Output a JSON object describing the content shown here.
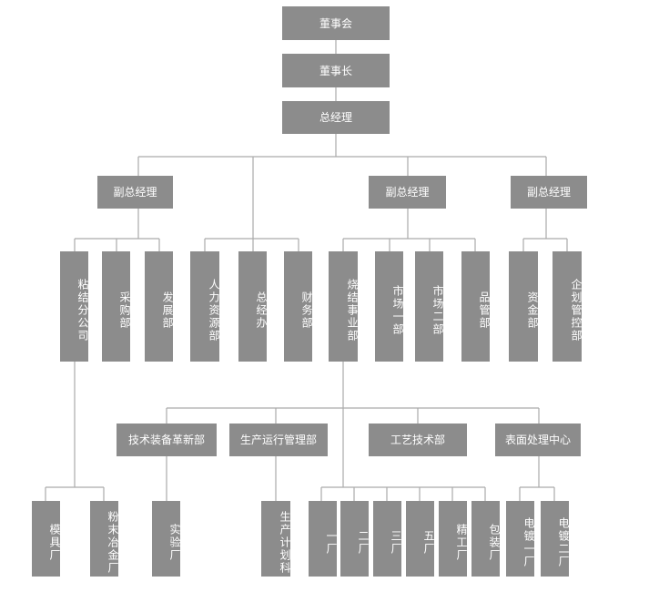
{
  "nodes": {
    "board": "董事会",
    "chairman": "董事长",
    "gm": "总经理",
    "vgm1": "副总经理",
    "vgm2": "副总经理",
    "vgm3": "副总经理",
    "d_nianjie": "粘结分公司",
    "d_caigou": "采购部",
    "d_fazhan": "发展部",
    "d_renli": "人力资源部",
    "d_zongjing": "总经办",
    "d_caiwu": "财务部",
    "d_shaojie": "烧结事业部",
    "d_shichang1": "市场一部",
    "d_shichang2": "市场二部",
    "d_pinguan": "品管部",
    "d_zijin": "资金部",
    "d_qihua": "企划管控部",
    "s_jishu": "技术装备革新部",
    "s_shengchan": "生产运行管理部",
    "s_gongyi": "工艺技术部",
    "s_biaomian": "表面处理中心",
    "f_moju": "模具厂",
    "f_fenmo": "粉末冶金厂",
    "f_shiyan": "实验厂",
    "f_jihua": "生产计划科",
    "f_1": "一厂",
    "f_2": "二厂",
    "f_3": "三厂",
    "f_5": "五厂",
    "f_jinggong": "精工厂",
    "f_baozhuang": "包装厂",
    "f_dianduo1": "电镀一厂",
    "f_dianduo2": "电镀二厂"
  },
  "colors": {
    "node_fill": "#8c8c8c",
    "node_text": "#ffffff",
    "connector": "#aaaaaa"
  }
}
